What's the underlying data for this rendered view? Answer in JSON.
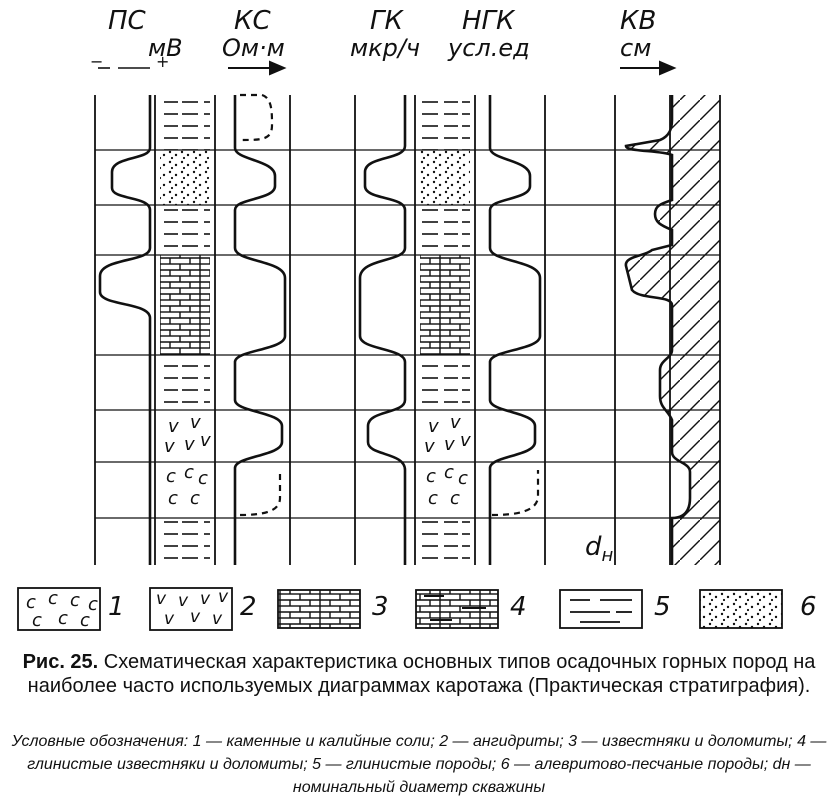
{
  "headers": [
    {
      "id": "ps",
      "name": "ПС",
      "unit": "мВ"
    },
    {
      "id": "ks",
      "name": "КС",
      "unit": "Ом·м"
    },
    {
      "id": "gk",
      "name": "ГК",
      "unit": "мкр/ч"
    },
    {
      "id": "ngk",
      "name": "НГК",
      "unit": "усл.ед"
    },
    {
      "id": "kv",
      "name": "КВ",
      "unit": "см"
    }
  ],
  "ps_scale": {
    "minus": "−",
    "plus": "+"
  },
  "dn_label": "d",
  "dn_sub": "н",
  "legend": [
    {
      "num": "1",
      "pattern": "salt"
    },
    {
      "num": "2",
      "pattern": "anhydrite"
    },
    {
      "num": "3",
      "pattern": "limestone"
    },
    {
      "num": "4",
      "pattern": "clayey-limestone"
    },
    {
      "num": "5",
      "pattern": "clay"
    },
    {
      "num": "6",
      "pattern": "sandstone"
    }
  ],
  "caption": {
    "label": "Рис. 25.",
    "text": " Схематическая характеристика основных типов осадочных горных пород на наиболее часто используемых диаграммах каротажа (Практическая стратиграфия)."
  },
  "notes": "Условные обозначения: 1 — каменные и калийные соли; 2 — ангидриты; 3 — известняки и доломиты; 4 — глинистые известняки и доломиты; 5 — глинистые породы; 6 — алевритово-песчаные породы; dн — номинальный диаметр скважины"
}
